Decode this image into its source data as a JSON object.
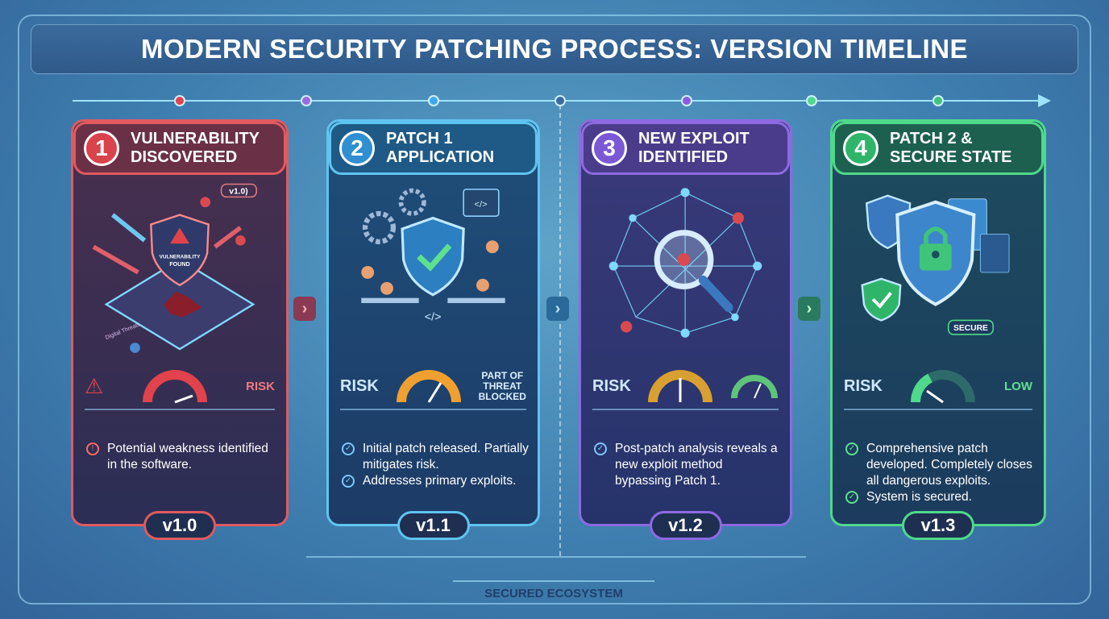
{
  "title": "MODERN SECURITY PATCHING PROCESS: VERSION TIMELINE",
  "footer": "SECURED ECOSYSTEM",
  "colors": {
    "stage1": "#e05a5f",
    "stage2": "#5fc4f0",
    "stage3": "#8d6ae0",
    "stage4": "#4fd98a"
  },
  "stages": [
    {
      "number": "1",
      "title_line1": "VULNERABILITY",
      "title_line2": "DISCOVERED",
      "version_tag": "v1.0)",
      "shield_line1": "VULNERABILITY",
      "shield_line2": "FOUND",
      "arrow_label": "Digital Threats",
      "risk_label": "RISK",
      "risk_note": "RISK",
      "bullets": [
        "Potential weakness identified in the software."
      ],
      "version": "v1.0"
    },
    {
      "number": "2",
      "title_line1": "PATCH 1",
      "title_line2": "APPLICATION",
      "risk_label": "RISK",
      "risk_note_1": "PART OF",
      "risk_note_2": "THREAT",
      "risk_note_3": "BLOCKED",
      "bullets": [
        "Initial patch released. Partially mitigates risk.",
        "Addresses primary exploits."
      ],
      "version": "v1.1"
    },
    {
      "number": "3",
      "title_line1": "NEW EXPLOIT",
      "title_line2": "IDENTIFIED",
      "risk_label": "RISK",
      "bullets": [
        "Post-patch analysis reveals a new exploit method bypassing Patch 1."
      ],
      "version": "v1.2"
    },
    {
      "number": "4",
      "title_line1": "PATCH 2 &",
      "title_line2": "SECURE STATE",
      "badge": "SECURE",
      "risk_label": "RISK",
      "risk_note": "LOW",
      "bullets": [
        "Comprehensive patch developed. Completely closes all dangerous exploits.",
        "System is secured."
      ],
      "version": "v1.3"
    }
  ]
}
